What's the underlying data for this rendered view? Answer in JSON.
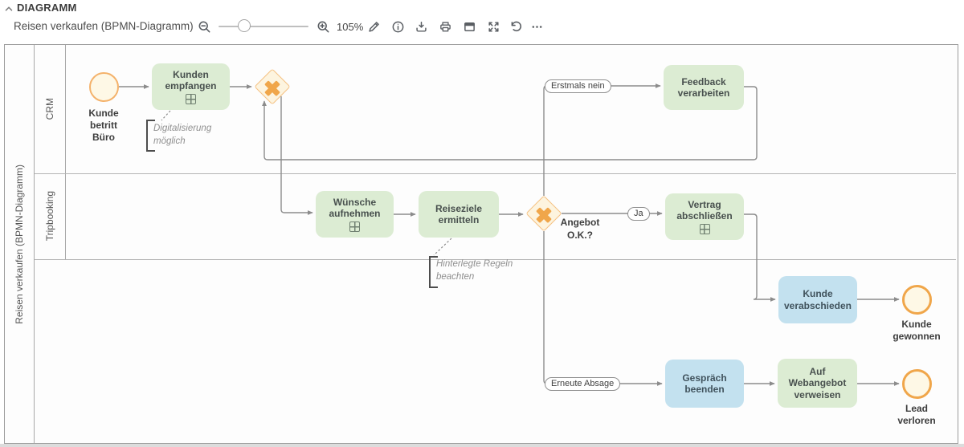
{
  "header": {
    "section_title": "DIAGRAMM"
  },
  "toolbar": {
    "diagram_title": "Reisen verkaufen (BPMN-Diagramm)",
    "zoom_level": "105%"
  },
  "pool": {
    "label": "Reisen verkaufen (BPMN-Diagramm)",
    "lanes": [
      {
        "label": "CRM"
      },
      {
        "label": "Tripbooking"
      }
    ]
  },
  "process": {
    "start_event": {
      "label": "Kunde betritt Büro"
    },
    "tasks": {
      "kunden_empfangen": "Kunden empfangen",
      "wuensche_aufnehmen": "Wünsche aufnehmen",
      "reiseziele_ermitteln": "Reiseziele ermitteln",
      "feedback_verarbeiten": "Feedback verarbeiten",
      "vertrag_abschliessen": "Vertrag abschließen",
      "kunde_verabschieden": "Kunde verabschieden",
      "gespraech_beenden": "Gespräch beenden",
      "auf_webangebot_verweisen": "Auf Webangebot verweisen"
    },
    "gateways": {
      "angebot_ok": "Angebot O.K.?"
    },
    "flow_labels": {
      "ja": "Ja",
      "erstmals_nein": "Erstmals nein",
      "erneute_absage": "Erneute Absage"
    },
    "annotations": {
      "digitalisierung": "Digitalisierung möglich",
      "regeln": "Hinterlegte Regeln beachten"
    },
    "end_events": {
      "kunde_gewonnen": "Kunde gewonnen",
      "lead_verloren": "Lead verloren"
    }
  },
  "colors": {
    "task_green": "#dcecd3",
    "task_blue": "#c3e1ef",
    "bpmn_orange": "#f0a64a",
    "event_fill": "#fef8e6",
    "edge_gray": "#8c8c8c"
  }
}
